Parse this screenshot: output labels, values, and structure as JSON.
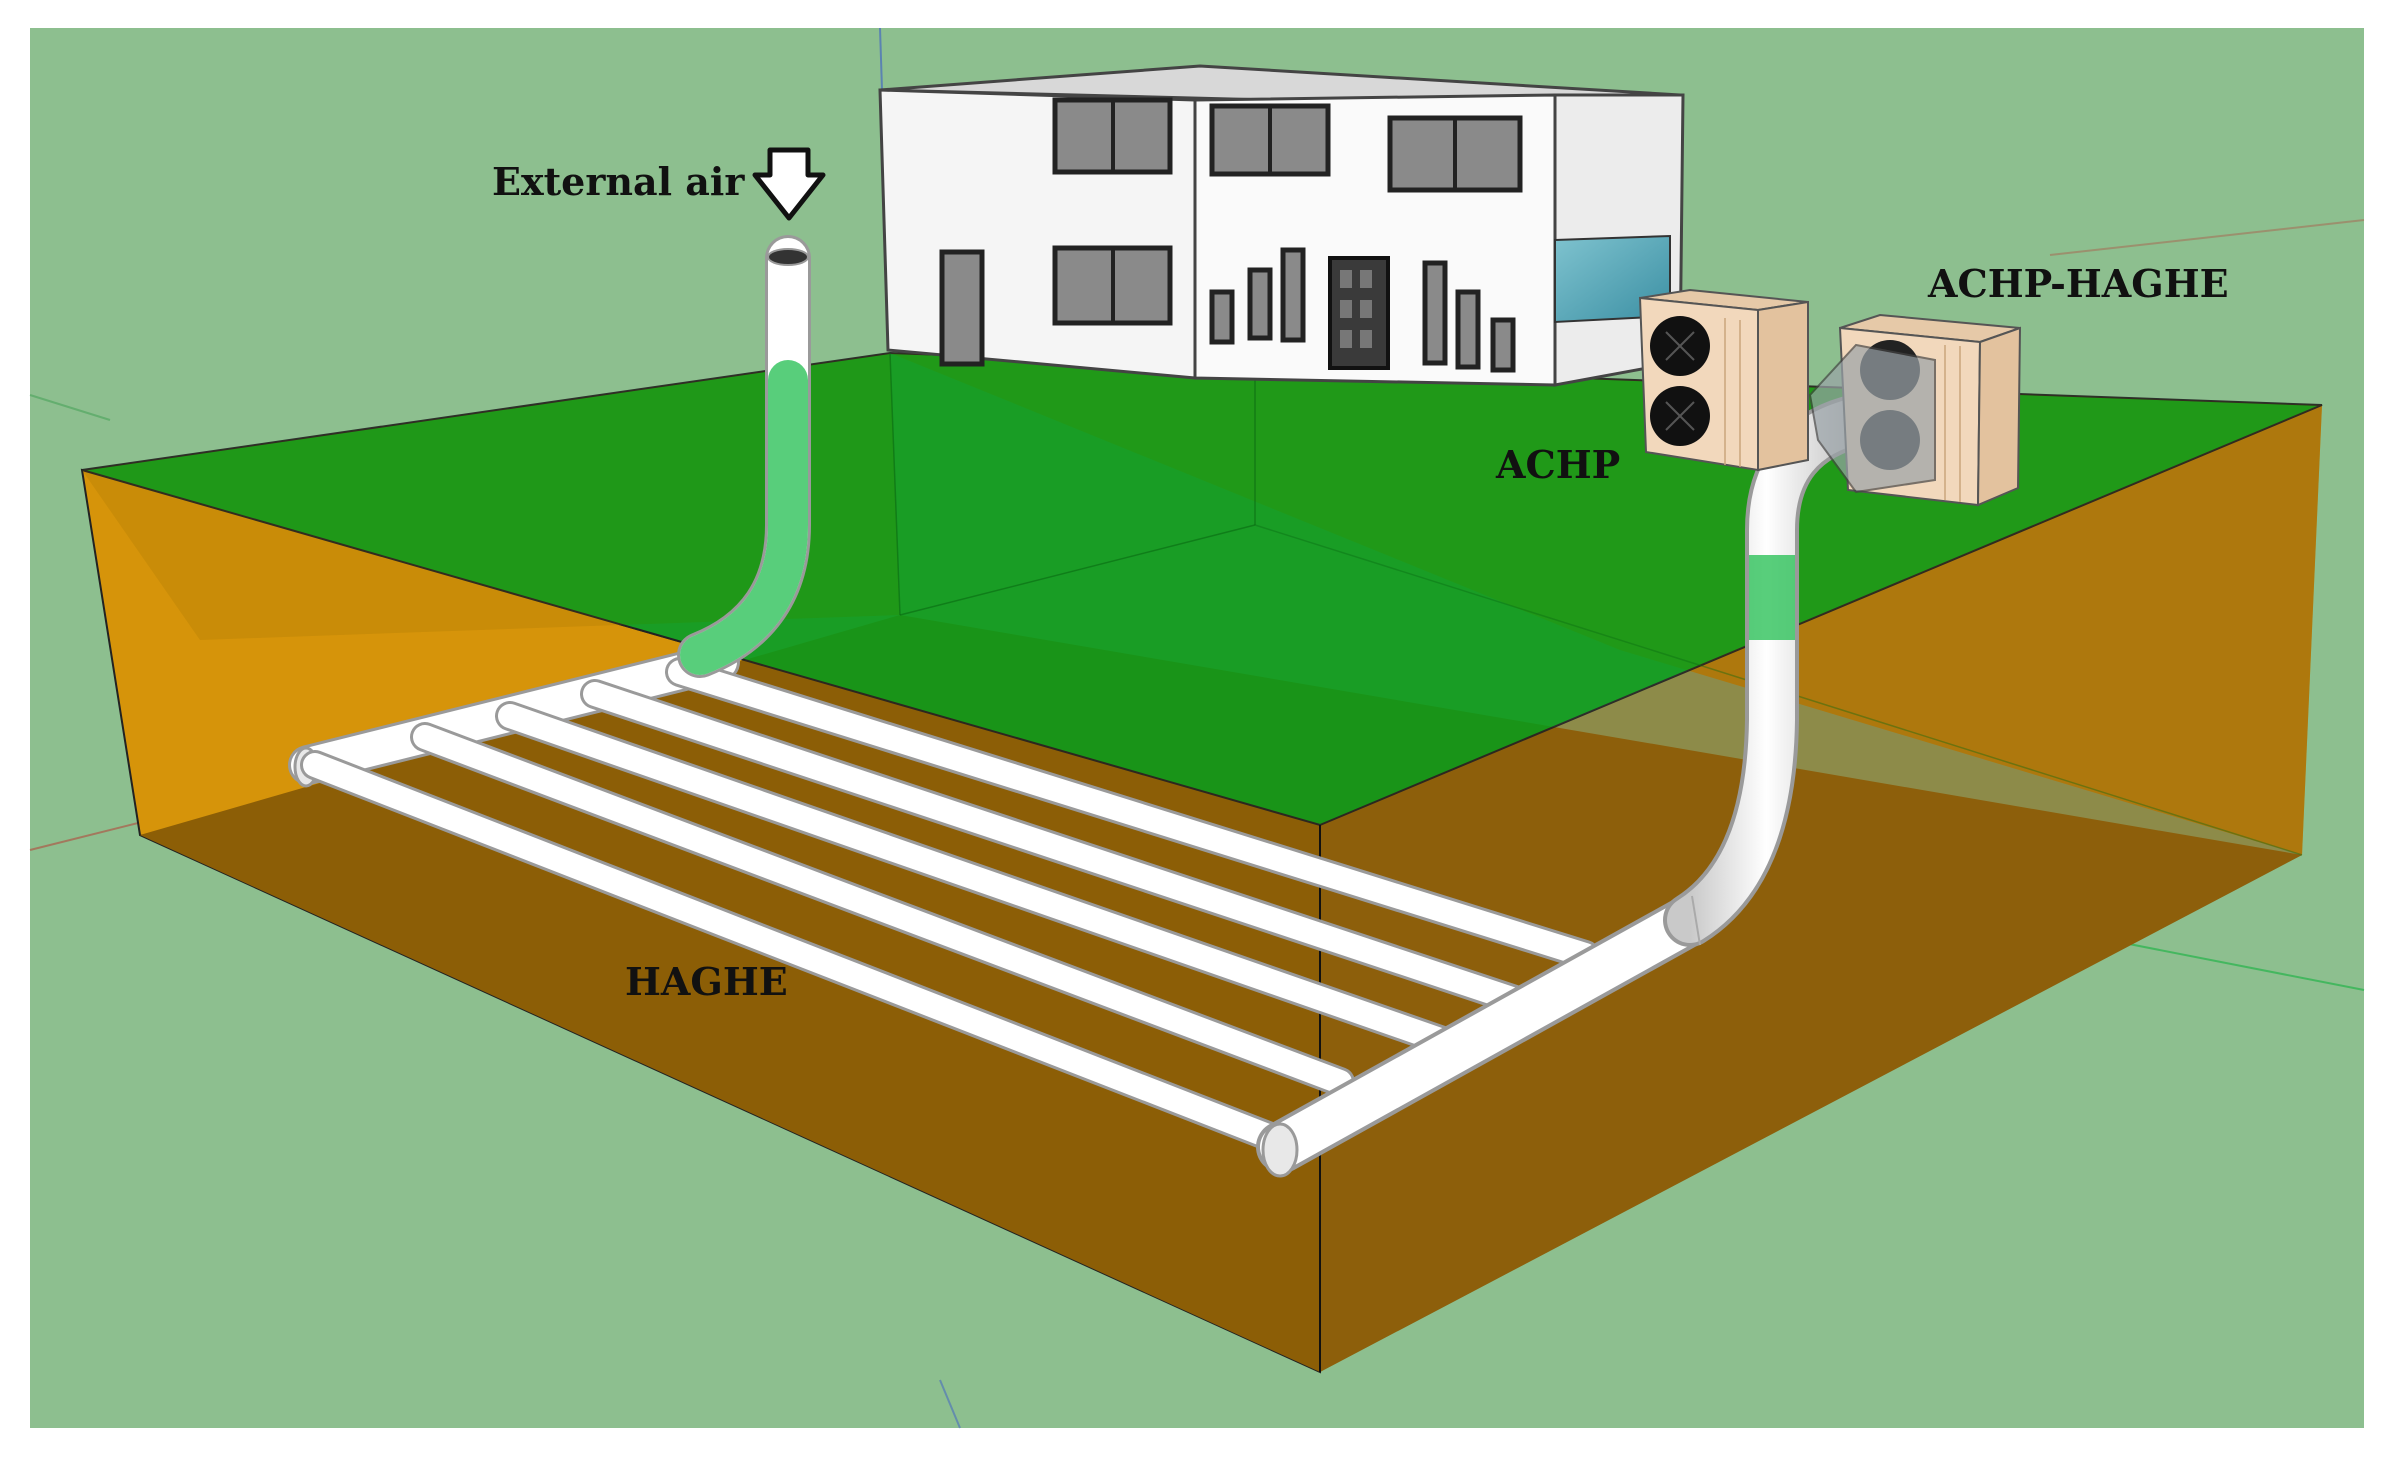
{
  "labels": {
    "external_air": "External air",
    "achp": "ACHP",
    "achp_haghe": "ACHP-HAGHE",
    "haghe": "HAGHE"
  },
  "icons": {
    "air_inlet_arrow": "down-arrow-icon"
  },
  "colors": {
    "background": "#8dbf8f",
    "lawn": "#0d9a1a",
    "soil_side": "#d6940a",
    "soil_floor": "#8c5e06",
    "pipe": "#ffffff",
    "pipe_outline": "#9a9a9a",
    "building_wall": "#f5f5f5",
    "heat_pump_case": "#f2d8bc"
  }
}
